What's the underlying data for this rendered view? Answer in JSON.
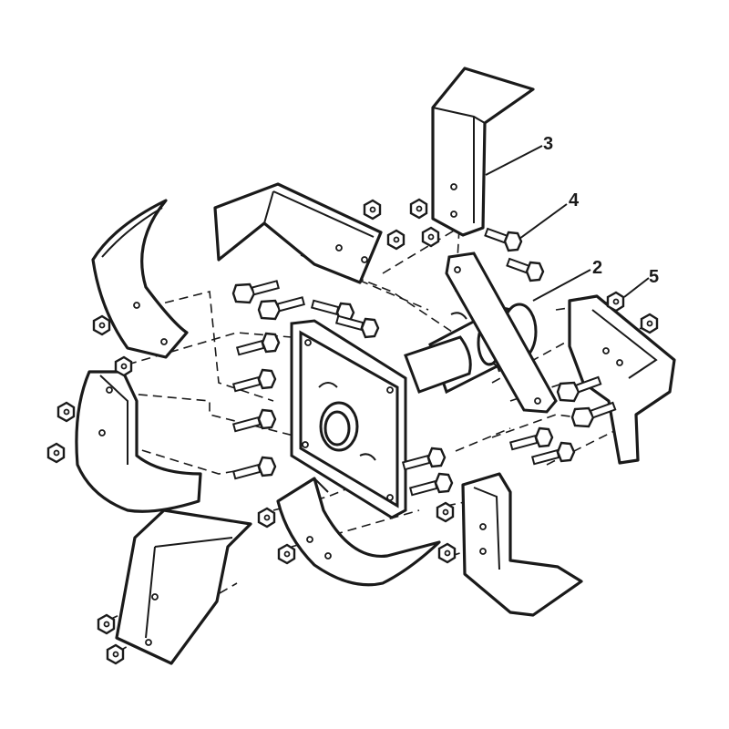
{
  "callouts": [
    {
      "id": "3",
      "text": "3"
    },
    {
      "id": "4",
      "text": "4"
    },
    {
      "id": "2",
      "text": "2"
    },
    {
      "id": "5",
      "text": "5"
    }
  ],
  "colors": {
    "ink": "#1a1a1a",
    "paper": "#ffffff"
  }
}
